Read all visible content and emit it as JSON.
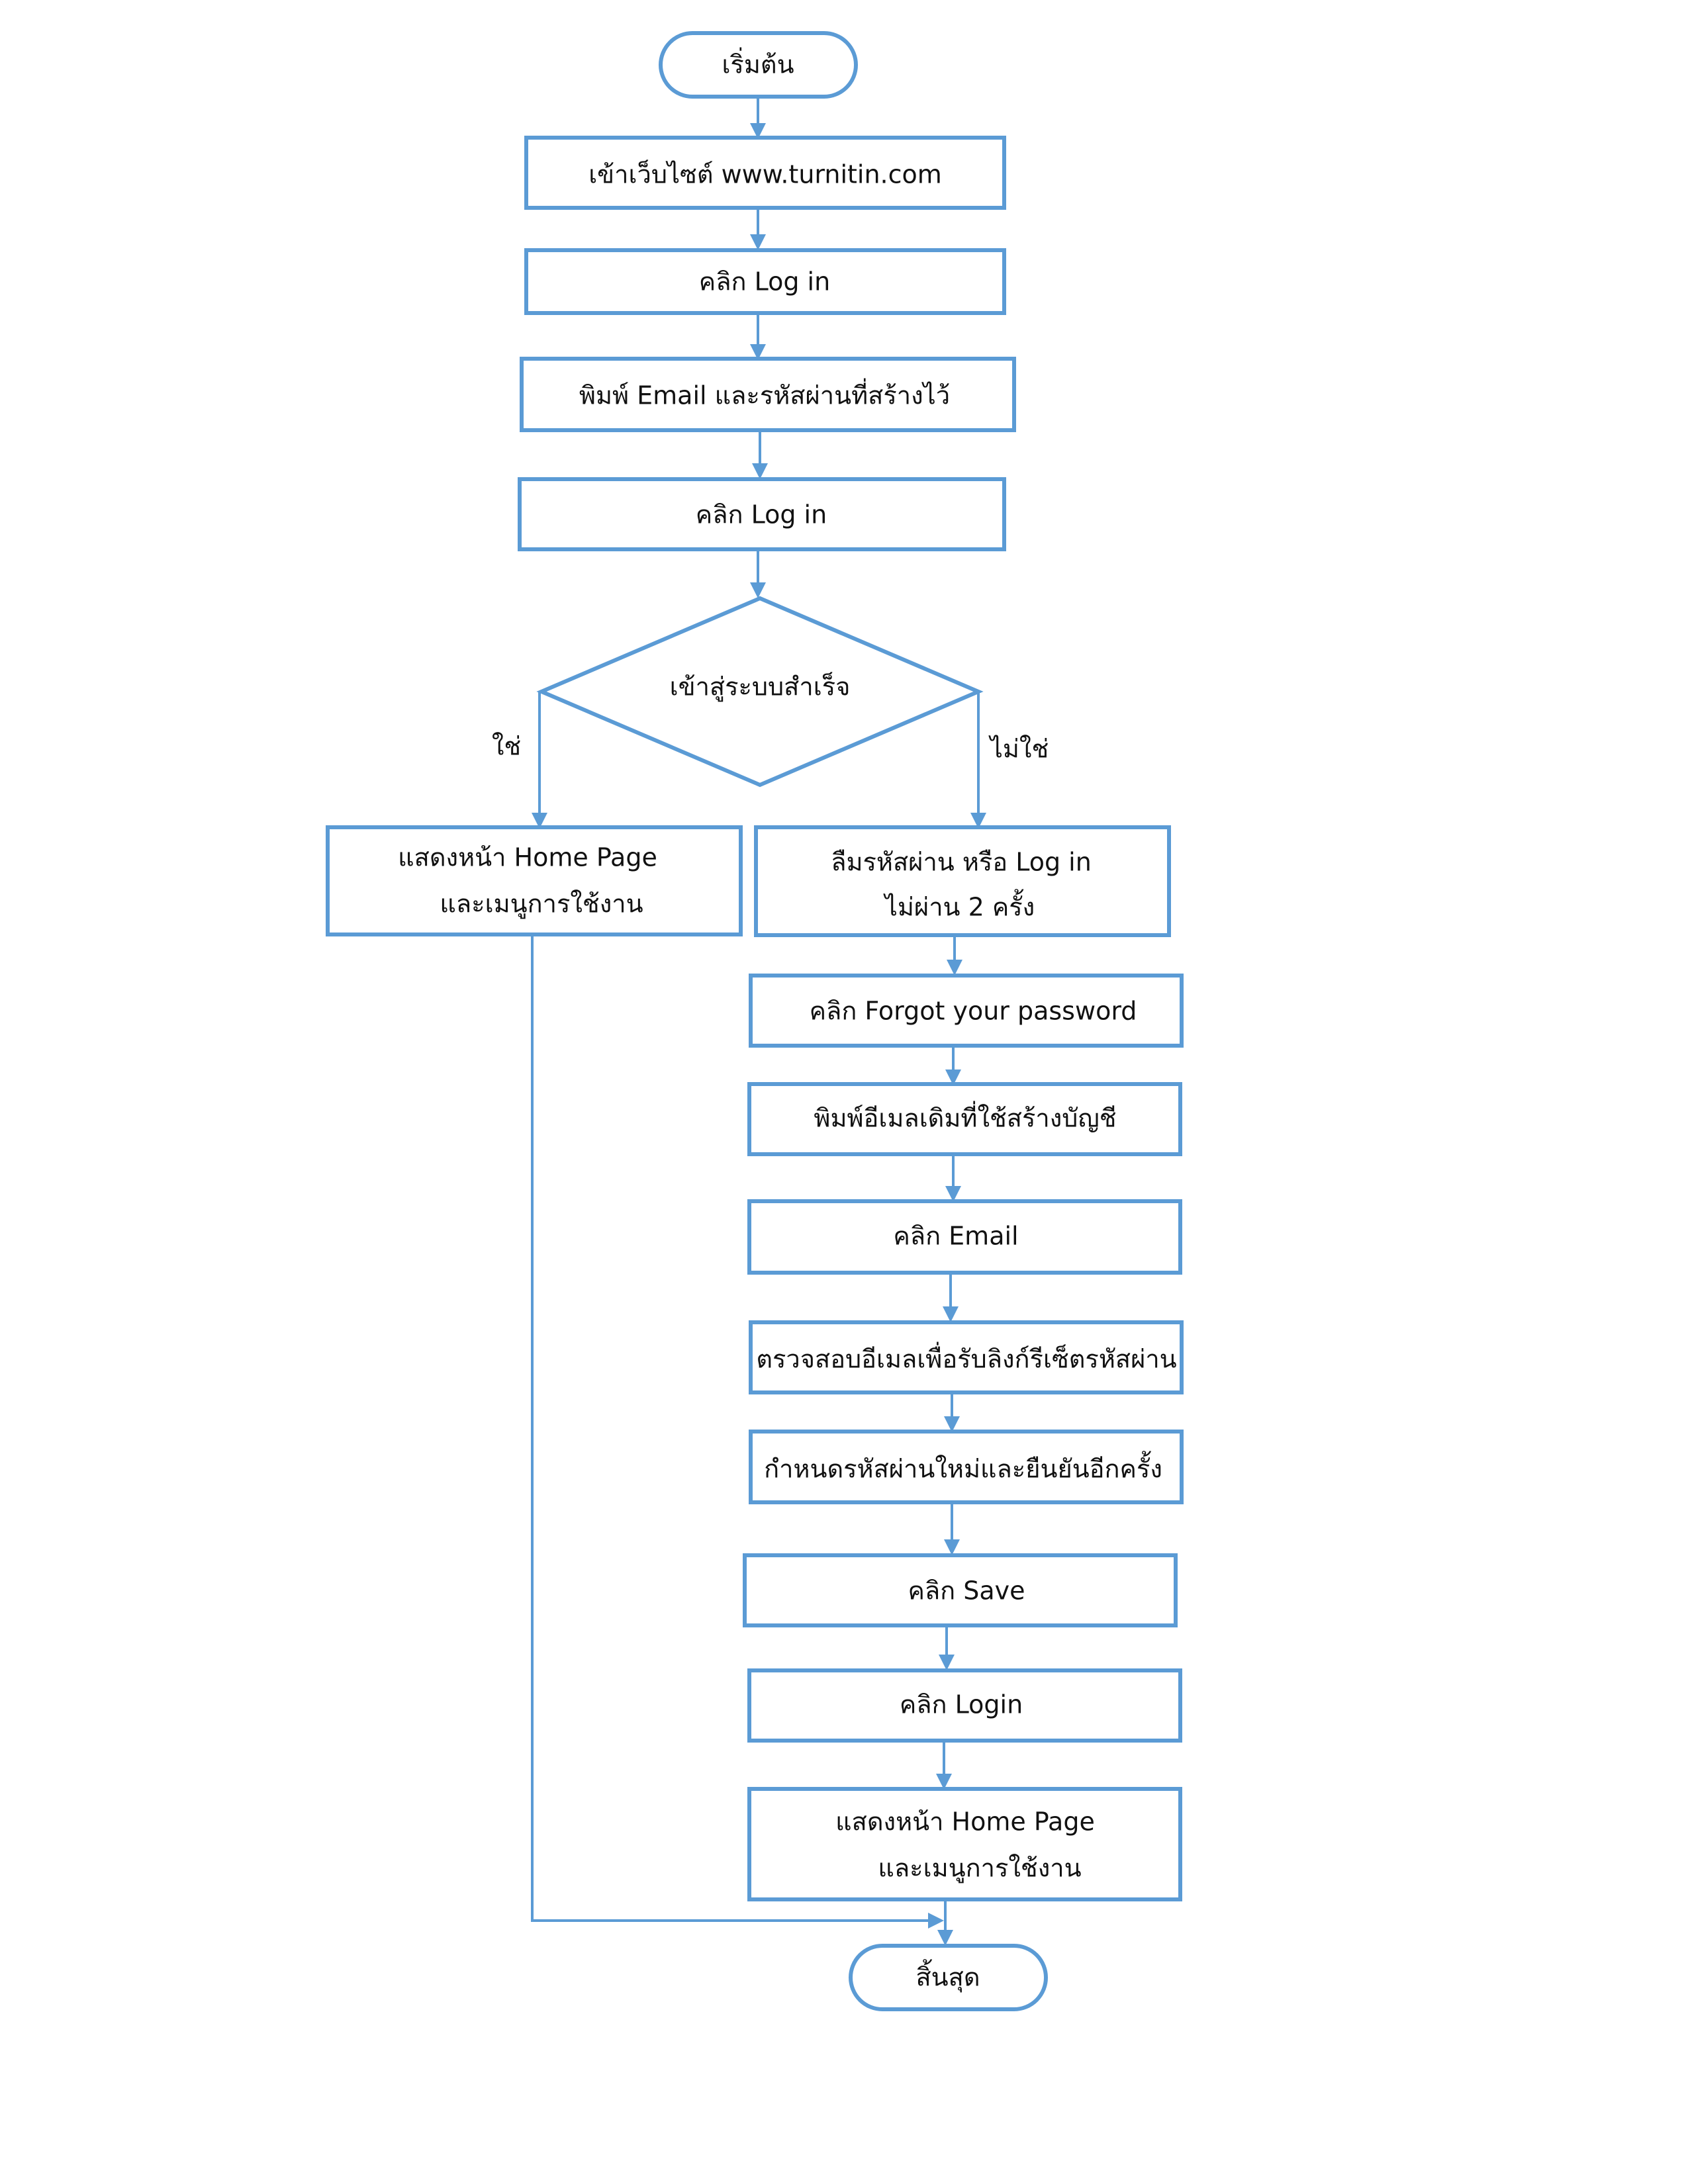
{
  "flowchart": {
    "start": "เริ่มต้น",
    "step_visit_site": "เข้าเว็บไซต์ www.turnitin.com",
    "step_click_login_1": "คลิก Log  in",
    "step_type_credentials": "พิมพ์ Email และรหัสผ่านที่สร้างไว้",
    "step_click_login_2": "คลิก Log in",
    "decision_login_success": "เข้าสู่ระบบสำเร็จ",
    "branch_yes": "ใช่",
    "branch_no": "ไม่ใช่",
    "yes_result_line1": "แสดงหน้า Home Page",
    "yes_result_line2": "และเมนูการใช้งาน",
    "no_forgot_line1": "ลืมรหัสผ่าน หรือ Log in",
    "no_forgot_line2": "ไม่ผ่าน 2 ครั้ง",
    "step_click_forgot": "คลิก Forgot your password",
    "step_type_email": "พิมพ์อีเมลเดิมที่ใช้สร้างบัญชี",
    "step_click_email": "คลิก Email",
    "step_check_inbox": "ตรวจสอบอีเมลเพื่อรับลิงก์รีเซ็ตรหัสผ่าน",
    "step_set_new_password": "กำหนดรหัสผ่านใหม่และยืนยันอีกครั้ง",
    "step_click_save": "คลิก Save",
    "step_click_login_3": "คลิก Login",
    "no_result_line1": "แสดงหน้า Home Page",
    "no_result_line2": "และเมนูการใช้งาน",
    "end": "สิ้นสุด"
  },
  "colors": {
    "stroke": "#5b9bd5",
    "text": "#111111",
    "background": "#ffffff"
  }
}
